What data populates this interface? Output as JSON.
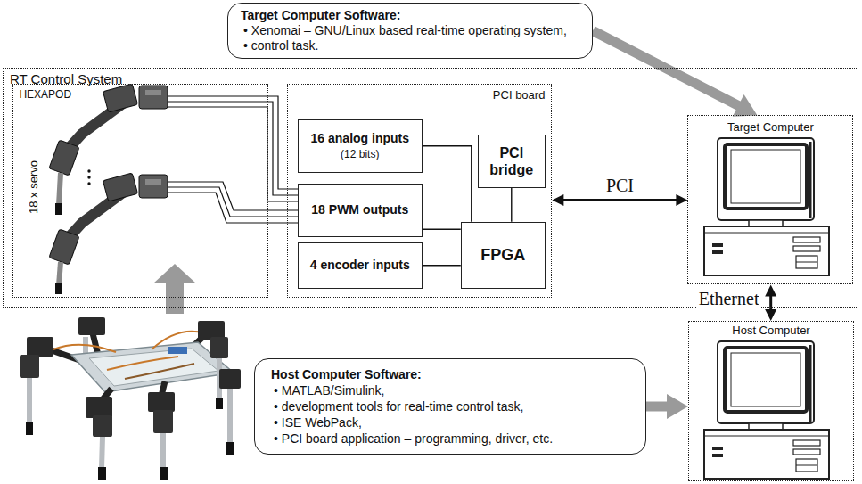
{
  "diagram": {
    "nodes": [
      {
        "text": [
          "Target Computer Software:",
          "• Xenomai – GNU/Linux based real-time operating system,",
          "• control task."
        ]
      },
      {
        "text": [
          "RT Control System"
        ]
      },
      {
        "text": [
          "HEXAPOD"
        ],
        "in": 1
      },
      {
        "text": [
          "PCI board"
        ],
        "in": 1
      },
      {
        "text": [
          "16 analog inputs",
          "(12 bits)"
        ],
        "in": 3
      },
      {
        "text": [
          "PCI bridge"
        ],
        "in": 3
      },
      {
        "text": [
          "18 PWM outputs"
        ],
        "in": 3
      },
      {
        "text": [
          "4 encoder inputs"
        ],
        "in": 3
      },
      {
        "text": [
          "FPGA"
        ],
        "in": 3
      },
      {
        "text": [
          "Target Computer"
        ],
        "in": 1
      },
      {
        "text": [
          "Host Computer Software:",
          "• MATLAB/Simulink,",
          "• development tools for real-time control task,",
          "• ISE WebPack,",
          "• PCI board application – programming, driver, etc."
        ]
      },
      {
        "text": [
          "Host Computer"
        ]
      }
    ],
    "edges": [
      {
        "from": 0,
        "to": 9,
        "arrow": "to"
      },
      {
        "from": 3,
        "to": 9,
        "label": "PCI",
        "arrow": "both"
      },
      {
        "from": 4,
        "to": 8,
        "arrow": "none"
      },
      {
        "from": 5,
        "to": 8,
        "arrow": "none"
      },
      {
        "from": 6,
        "to": 8,
        "arrow": "none"
      },
      {
        "from": 7,
        "to": 8,
        "arrow": "none"
      },
      {
        "from": 9,
        "to": 11,
        "label": "Ethernet",
        "arrow": "both"
      },
      {
        "from": 10,
        "to": 11,
        "arrow": "to"
      }
    ],
    "labels": [
      "18 x servo"
    ]
  }
}
